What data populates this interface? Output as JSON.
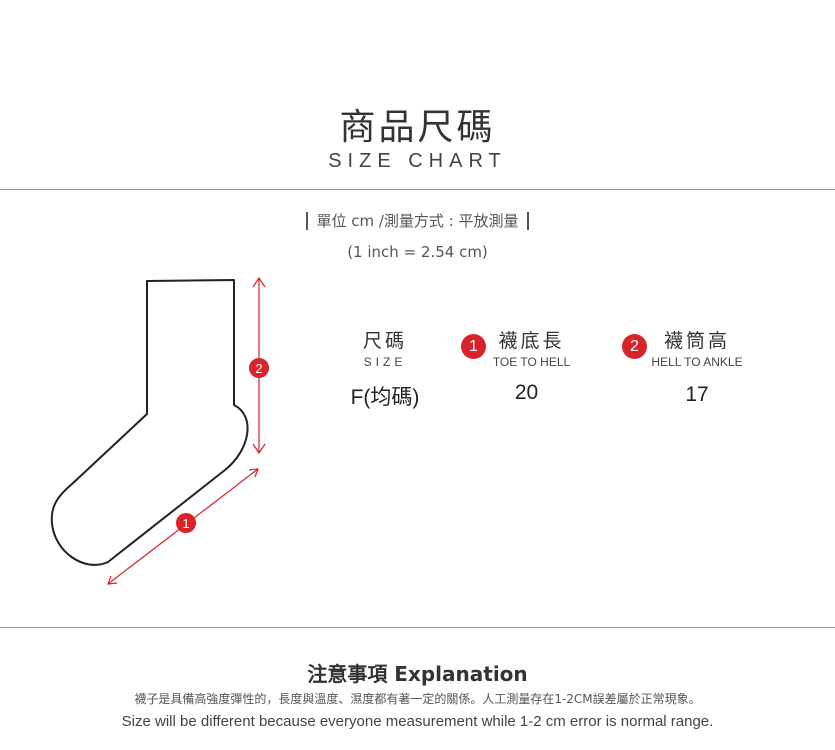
{
  "header": {
    "title_cn": "商品尺碼",
    "title_en": "SIZE CHART"
  },
  "unit": {
    "text": "單位 cm /測量方式 : 平放測量",
    "inch": "(1 inch = 2.54 cm)"
  },
  "diagram": {
    "marker_1": "1",
    "marker_2": "2",
    "accent_color": "#d8232a"
  },
  "table": {
    "size_header_cn": "尺碼",
    "size_header_en": "SIZE",
    "col1_badge": "1",
    "col1_header_cn": "襪底長",
    "col1_header_en": "TOE TO HELL",
    "col2_badge": "2",
    "col2_header_cn": "襪筒高",
    "col2_header_en": "HELL TO ANKLE",
    "row_size": "F(均碼)",
    "row_col1": "20",
    "row_col2": "17"
  },
  "notes": {
    "title": "注意事項 Explanation",
    "cn": "襪子是具備高強度彈性的，長度與溫度、濕度都有著一定的關係。人工測量存在1-2CM誤差屬於正常現象。",
    "en": "Size will be different because everyone measurement while 1-2 cm error is normal range."
  }
}
